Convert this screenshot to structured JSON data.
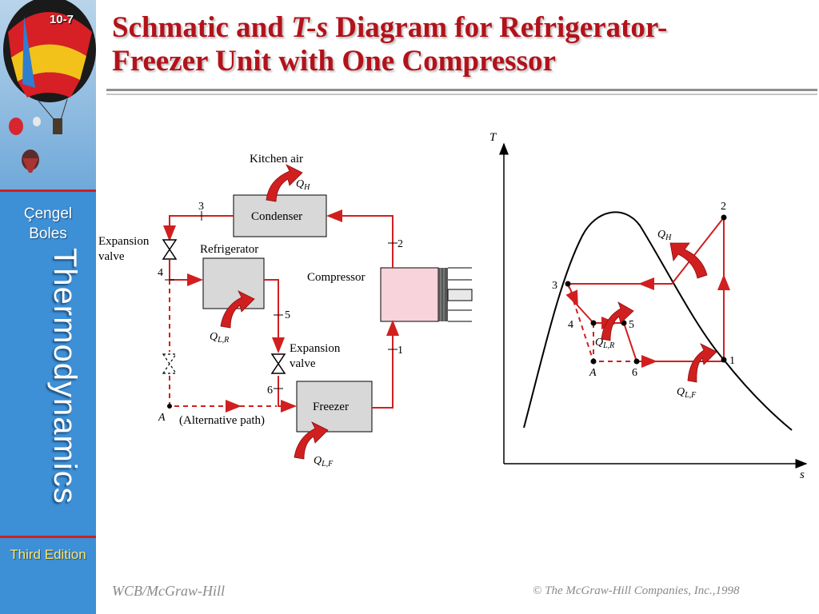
{
  "slide": {
    "number": "10-7",
    "title_line1": "Schmatic and ",
    "title_italic": "T-s",
    "title_rest": " Diagram for Refrigerator-",
    "title_line2": "Freezer Unit with One Compressor"
  },
  "sidebar": {
    "author1": "Çengel",
    "author2": "Boles",
    "book": "Thermodynamics",
    "edition": "Third Edition"
  },
  "footer": {
    "publisher": "WCB/McGraw-Hill",
    "copyright": "© The McGraw-Hill Companies, Inc.,1998"
  },
  "schematic": {
    "kitchen_air": "Kitchen air",
    "condenser": "Condenser",
    "refrigerator": "Refrigerator",
    "compressor": "Compressor",
    "freezer": "Freezer",
    "expansion_valve_1": "Expansion",
    "expansion_valve_1b": "valve",
    "expansion_valve_2": "Expansion",
    "expansion_valve_2b": "valve",
    "alt_path": "(Alternative path)",
    "node_A": "A",
    "states": [
      "1",
      "2",
      "3",
      "4",
      "5",
      "6"
    ],
    "q_h": "Q",
    "q_h_sub": "H",
    "q_lr": "Q",
    "q_lr_sub": "L,R",
    "q_lf": "Q",
    "q_lf_sub": "L,F"
  },
  "ts_diagram": {
    "axis_t": "T",
    "axis_s": "s",
    "states": [
      "1",
      "2",
      "3",
      "4",
      "5",
      "6"
    ],
    "node_A": "A",
    "q_h": "Q",
    "q_h_sub": "H",
    "q_lr": "Q",
    "q_lr_sub": "L,R",
    "q_lf": "Q",
    "q_lf_sub": "L,F"
  },
  "colors": {
    "accent": "#b3121b",
    "flow": "#d11f1f",
    "sidebar": "#3d8fd6"
  }
}
